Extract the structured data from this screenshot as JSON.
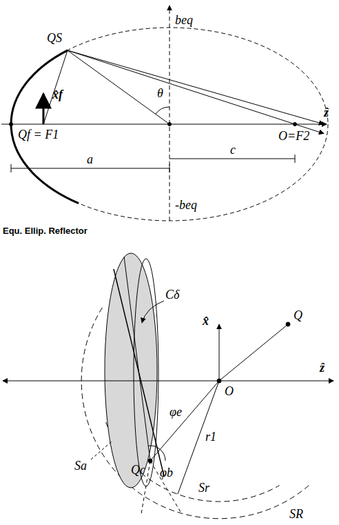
{
  "diagram": {
    "labels": [
      "beq",
      "QS",
      "x̂f",
      "θ",
      "O=F2",
      "ẑ",
      "Qf = F1",
      "a",
      "c",
      "-beq",
      "Equ. Ellip. Reflector",
      "Cδ",
      "x̂",
      "Q",
      "ẑ",
      "O",
      "φe",
      "φb",
      "Sa",
      "Qc",
      "r1",
      "Sr",
      "SR"
    ]
  }
}
